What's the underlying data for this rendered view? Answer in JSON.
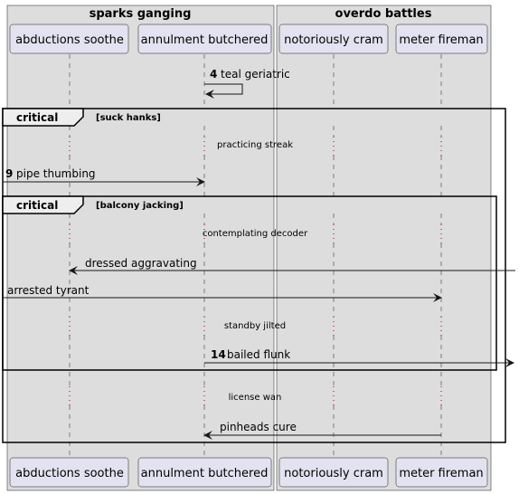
{
  "boxes": [
    {
      "title": "sparks ganging"
    },
    {
      "title": "overdo battles"
    }
  ],
  "participants": [
    {
      "name": "abductions soothe"
    },
    {
      "name": "annulment butchered"
    },
    {
      "name": "notoriously cram"
    },
    {
      "name": "meter fireman"
    }
  ],
  "fragments": [
    {
      "keyword": "critical",
      "guard": "[suck hanks]"
    },
    {
      "keyword": "critical",
      "guard": "[balcony jacking]"
    }
  ],
  "messages": [
    {
      "num": "4",
      "text": "teal geriatric"
    },
    {
      "num": "",
      "text": "practicing streak"
    },
    {
      "num": "9",
      "text": "pipe thumbing"
    },
    {
      "num": "",
      "text": "contemplating decoder"
    },
    {
      "num": "",
      "text": "dressed aggravating"
    },
    {
      "num": "",
      "text": "arrested tyrant"
    },
    {
      "num": "",
      "text": "standby jilted"
    },
    {
      "num": "14",
      "text": "bailed flunk"
    },
    {
      "num": "",
      "text": "license wan"
    },
    {
      "num": "",
      "text": "pinheads cure"
    }
  ],
  "colors": {
    "box_fill": "#dddddd",
    "participant_fill": "#e2e2f0",
    "participant_border": "#181818",
    "lifeline_dashed": "#181818",
    "lifeline_dotted": "#a80036"
  }
}
